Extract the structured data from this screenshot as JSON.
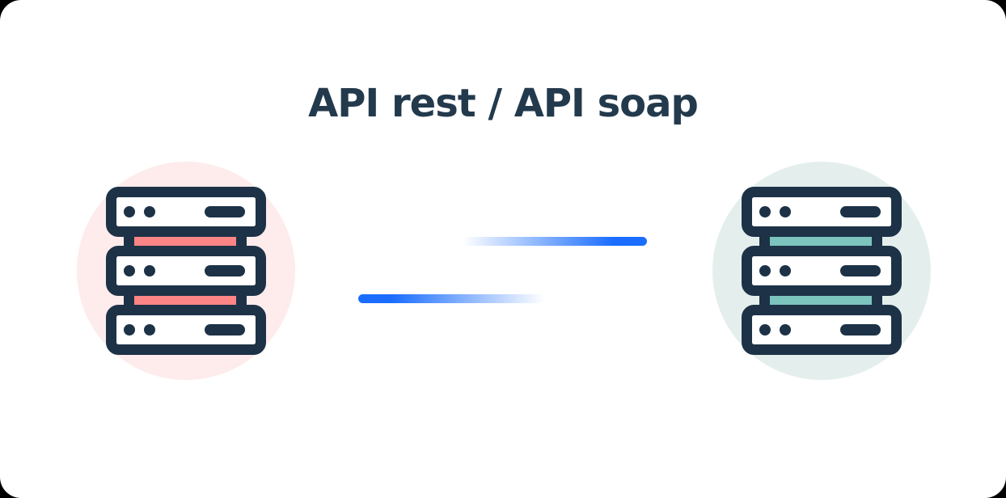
{
  "header": {
    "title": "API rest / API soap"
  },
  "colors": {
    "canvas": "#ffffff",
    "ink": "#1d3247",
    "title_ink": "#233a4d",
    "salmon": "#fc8585",
    "pink_bg": "#fdeceb",
    "teal": "#7cc5be",
    "teal_bg": "#e4efed",
    "blue": "#1a6dff"
  },
  "diagram": {
    "left_icon": "server-stack-icon",
    "right_icon": "server-stack-icon",
    "lines": [
      {
        "name": "request-line",
        "direction": "left-to-right"
      },
      {
        "name": "response-line",
        "direction": "right-to-left"
      }
    ]
  }
}
